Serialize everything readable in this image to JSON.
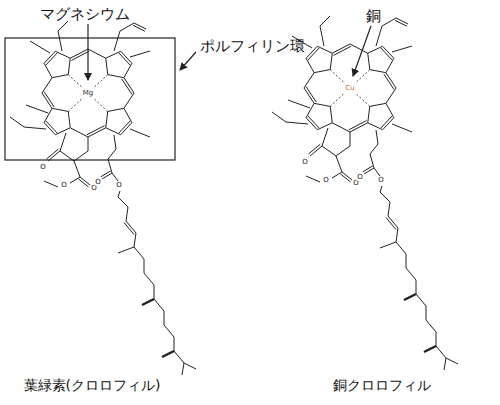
{
  "diagram": {
    "labels": [
      "マグネシウム",
      "ポルフィリン環",
      "銅",
      "葉緑素(クロロフィル)",
      "銅クロロフィル",
      "Mg",
      "O",
      "O",
      "O",
      "O",
      "O",
      "Cu",
      "O",
      "O",
      "O",
      "O",
      "O"
    ]
  }
}
